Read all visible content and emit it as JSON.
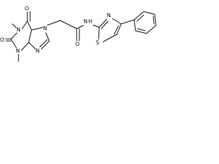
{
  "molecule": {
    "atoms": {
      "o_top": "O",
      "n1": "N",
      "o_left": "O",
      "n3": "N",
      "n7": "N",
      "n9": "N",
      "o_amide": "O",
      "nh": "N",
      "h": "H",
      "s": "S",
      "n_thiazole": "N"
    }
  }
}
